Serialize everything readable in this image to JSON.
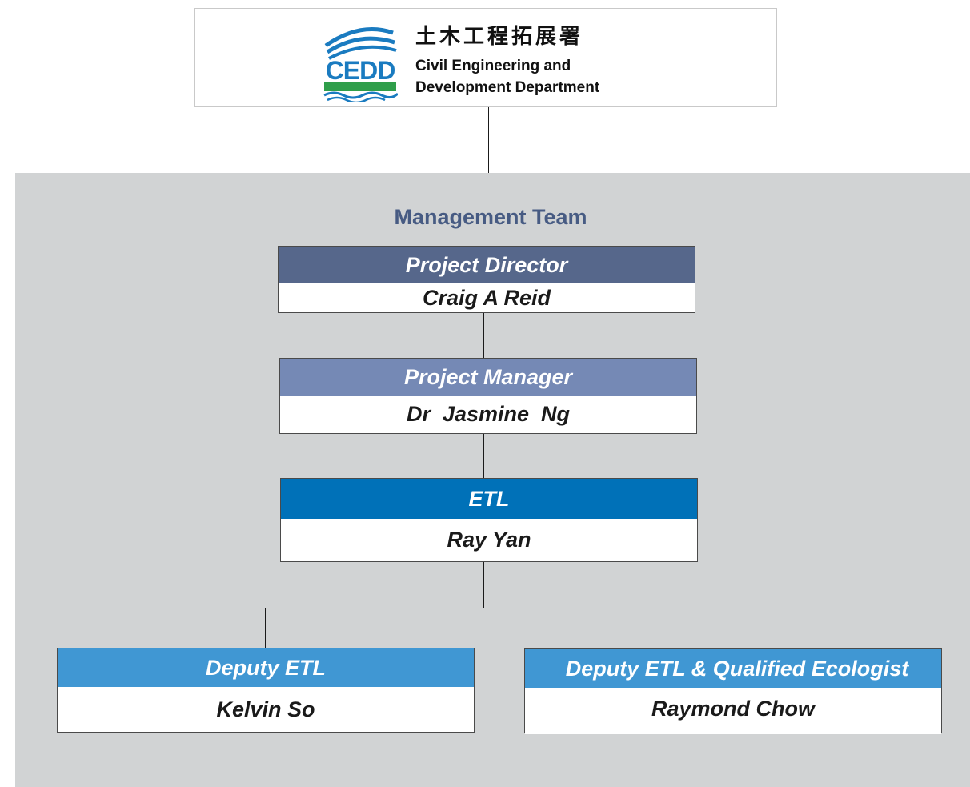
{
  "header": {
    "logo_letters": "CEDD",
    "name_chinese": "土木工程拓展署",
    "name_english_line1": "Civil Engineering and",
    "name_english_line2": "Development Department"
  },
  "team": {
    "title": "Management Team"
  },
  "roles": {
    "director": {
      "title": "Project Director",
      "name": "Craig A Reid"
    },
    "manager": {
      "title": "Project Manager",
      "name": "Dr  Jasmine  Ng"
    },
    "etl": {
      "title": "ETL",
      "name": "Ray Yan"
    },
    "deputy_etl": {
      "title": "Deputy ETL",
      "name": "Kelvin So"
    },
    "deputy_etl_ecologist": {
      "title": "Deputy ETL & Qualified Ecologist",
      "name": "Raymond Chow"
    }
  },
  "colors": {
    "panel_background": "#d1d3d4",
    "director_header": "#56678b",
    "manager_header": "#7589b5",
    "etl_header": "#0071b8",
    "deputy_header": "#4097d3",
    "title_text": "#475b83",
    "logo_blue": "#1a7bc0",
    "logo_green": "#2f9e4a"
  }
}
